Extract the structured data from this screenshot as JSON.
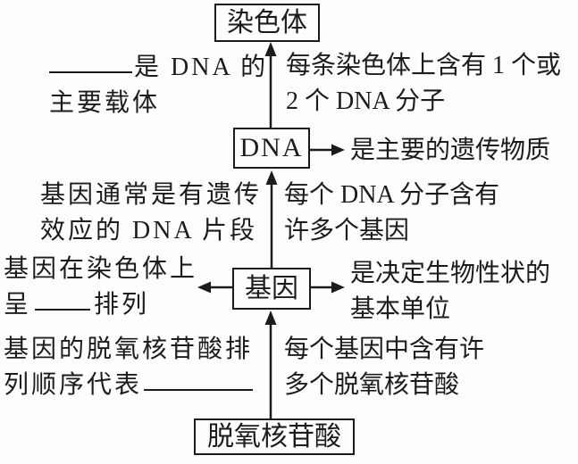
{
  "nodes": {
    "chromosome": {
      "label": "染色体"
    },
    "dna": {
      "label": "DNA"
    },
    "gene": {
      "label": "基因"
    },
    "nucleotide": {
      "label": "脱氧核苷酸"
    }
  },
  "annotations": {
    "carrier": {
      "line1_after_blank": "是 DNA 的",
      "line2": "主要载体"
    },
    "per_chromosome": {
      "line1": "每条染色体上含有 1 个或",
      "line2": "2 个 DNA 分子"
    },
    "genetic_material": {
      "text": "是主要的遗传物质"
    },
    "gene_definition": {
      "line1": "基因通常是有遗传",
      "line2": "效应的 DNA 片段"
    },
    "per_dna": {
      "line1": "每个 DNA 分子含有",
      "line2": "许多个基因"
    },
    "gene_on_chromosome": {
      "line1": "基因在染色体上",
      "line2_prefix": "呈",
      "line2_suffix": "排列"
    },
    "basic_unit": {
      "line1": "是决定生物性状的",
      "line2": "基本单位"
    },
    "sequence_represents": {
      "line1": "基因的脱氧核苷酸排",
      "line2_prefix": "列顺序代表"
    },
    "per_gene": {
      "line1": "每个基因中含有许",
      "line2": "多个脱氧核苷酸"
    }
  },
  "colors": {
    "ink": "#1c1c1c",
    "background": "#fdfdfd"
  }
}
